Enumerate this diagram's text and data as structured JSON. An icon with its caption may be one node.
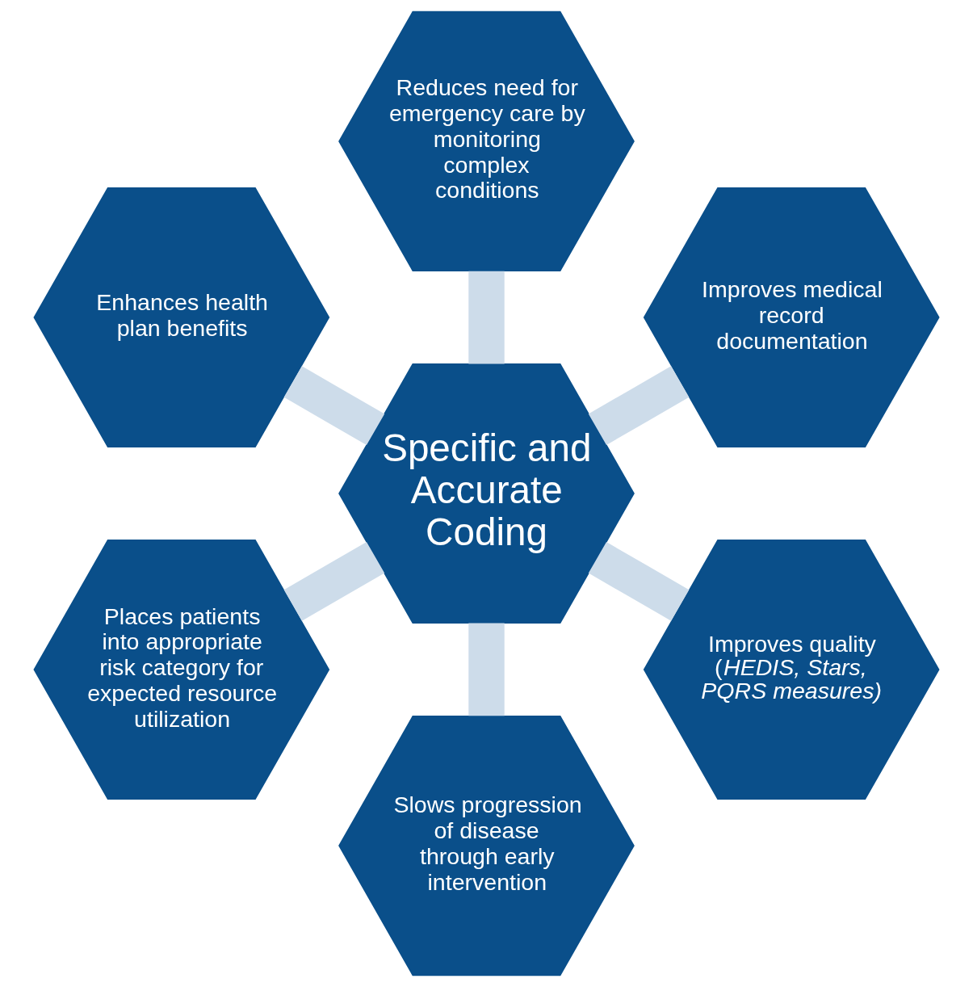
{
  "diagram": {
    "nodes": [
      {
        "text": [
          "Improves medical record documentation"
        ]
      },
      {
        "text": [
          "Reduces need for emergency care by monitoring complex conditions"
        ]
      },
      {
        "text": [
          "Enhances health plan benefits"
        ]
      },
      {
        "text": [
          "Specific and Accurate Coding"
        ]
      },
      {
        "text": [
          "Places patients into appropriate risk category for expected resource utilization"
        ]
      },
      {
        "text": [
          "Slows progression of disease through early intervention"
        ]
      },
      {
        "text": [
          "Improves quality (*HEDIS, Stars, PQRS measures)*"
        ]
      }
    ],
    "edges": [
      {
        "from": 3,
        "to": 0,
        "arrow": "none"
      },
      {
        "from": 3,
        "to": 2,
        "arrow": "none"
      },
      {
        "from": 3,
        "to": 4,
        "arrow": "none"
      },
      {
        "from": 3,
        "to": 6,
        "arrow": "none"
      },
      {
        "from": 3,
        "to": 5,
        "arrow": "none"
      },
      {
        "from": 3,
        "to": 1,
        "arrow": "none"
      }
    ]
  }
}
